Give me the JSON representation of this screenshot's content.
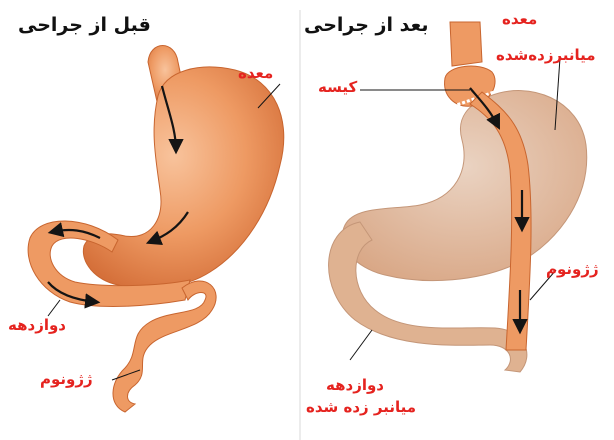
{
  "panels": {
    "before": {
      "title": "قبل از جراحی",
      "labels": {
        "stomach": "معده",
        "duodenum": "دوازدهه",
        "jejunum": "ژژونوم"
      }
    },
    "after": {
      "title": "بعد از جراحی",
      "labels": {
        "stomach": "معده",
        "bypassed": "میانبرزده‌شده",
        "pouch": "کیسه",
        "jejunum": "ژژونوم",
        "duodenum": "دوازدهه",
        "duodenum_bypassed": "میانبر زده شده"
      }
    }
  },
  "colors": {
    "organ": "#e9884f",
    "organ_light": "#f6b88c",
    "organ_faded": "#e1b394",
    "label_red": "#e5231f",
    "heading": "#111111",
    "arrow": "#141414"
  }
}
